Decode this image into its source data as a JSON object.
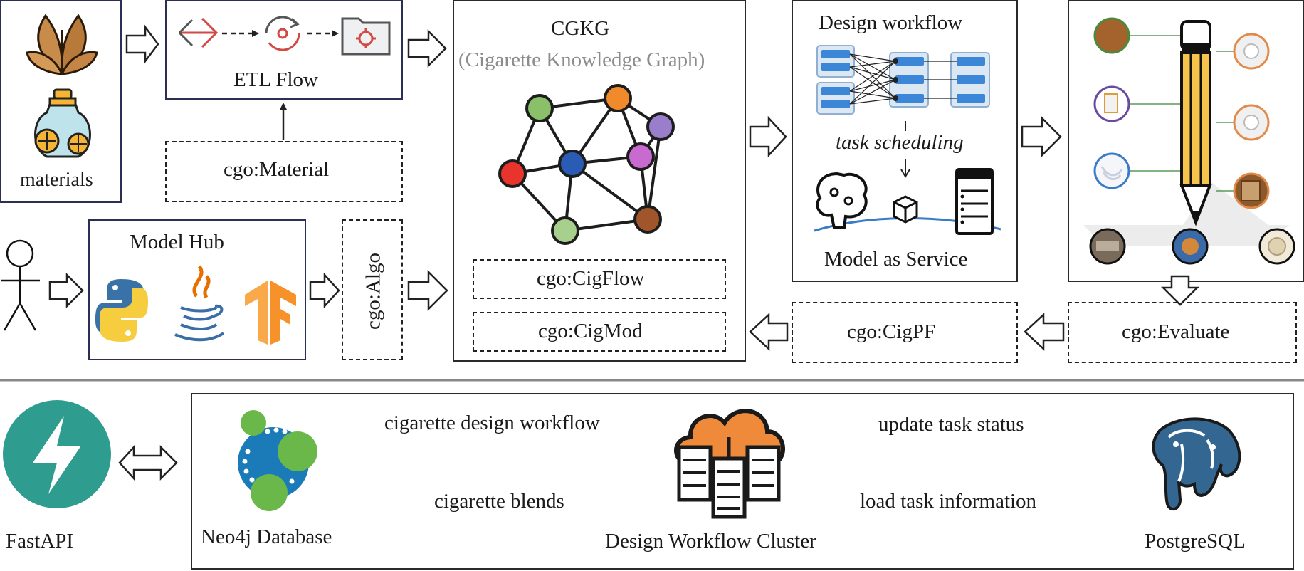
{
  "top": {
    "materials": {
      "label": "materials"
    },
    "etl": {
      "label": "ETL Flow"
    },
    "cgo_material": {
      "label": "cgo:Material"
    },
    "cgkg": {
      "title": "CGKG",
      "subtitle": "(Cigarette Knowledge Graph)",
      "cigflow": "cgo:CigFlow",
      "cigmod": "cgo:CigMod"
    },
    "model_hub": {
      "label": "Model Hub"
    },
    "cgo_algo": {
      "label": "cgo:Algo"
    },
    "design_workflow": {
      "title": "Design workflow",
      "scheduling": "task scheduling",
      "service": "Model as Service"
    },
    "cgo_evaluate": {
      "label": "cgo:Evaluate"
    },
    "cgo_cigpf": {
      "label": "cgo:CigPF"
    }
  },
  "bottom": {
    "fastapi": {
      "label": "FastAPI"
    },
    "neo4j": {
      "label": "Neo4j Database"
    },
    "cluster": {
      "label": "Design Workflow Cluster"
    },
    "postgres": {
      "label": "PostgreSQL"
    },
    "edges": {
      "design_workflow": "cigarette design workflow",
      "blends": "cigarette blends",
      "update_status": "update task status",
      "load_info": "load task information"
    }
  },
  "colors": {
    "graph_nodes": [
      "#8bc06a",
      "#f08a2a",
      "#9b7ecb",
      "#e8342c",
      "#2a5bb5",
      "#c86ad0",
      "#a8d08d",
      "#a0562a"
    ],
    "fastapi": "#2e9c8f",
    "neo4j_blue": "#1a7bb8",
    "neo4j_green": "#6ab84a",
    "cloud_orange": "#ee8a3a",
    "postgres_blue": "#336791",
    "tensorflow": "#f7922a",
    "python_blue": "#3872a6",
    "python_yellow": "#f5cd3f"
  }
}
